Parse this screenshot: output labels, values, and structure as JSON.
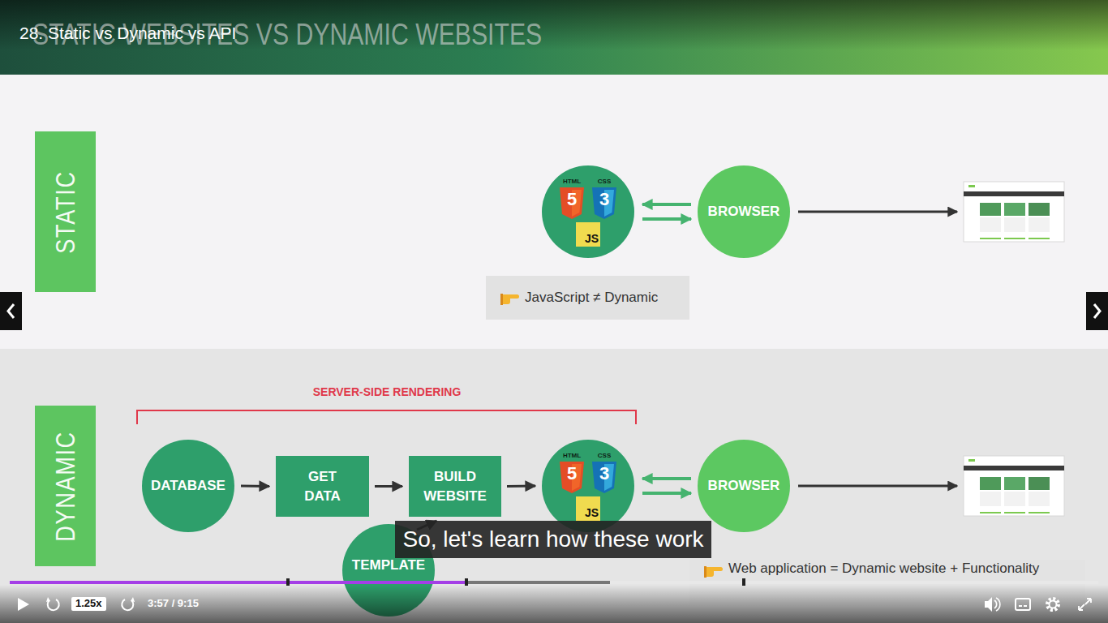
{
  "diagram": {
    "title": "28. Static vs Dynamic vs API",
    "caption": "So, let's learn how these work",
    "nodes": [
      {
        "text": [
          "STATIC"
        ]
      },
      {
        "text": [
          "HTML",
          "5",
          "CSS",
          "3",
          "JS"
        ]
      },
      {
        "text": [
          "BROWSER"
        ]
      },
      {
        "text": [
          "JavaScript ≠ Dynamic"
        ]
      },
      {
        "text": [
          "DYNAMIC"
        ]
      },
      {
        "text": [
          "DATABASE"
        ]
      },
      {
        "text": [
          "GET DATA"
        ]
      },
      {
        "text": [
          "BUILD WEBSITE"
        ]
      },
      {
        "text": [
          "HTML",
          "5",
          "CSS",
          "3",
          "JS"
        ]
      },
      {
        "text": [
          "BROWSER"
        ]
      },
      {
        "text": [
          "TEMPLATE"
        ]
      },
      {
        "text": [
          "Web application = Dynamic website + Functionality"
        ]
      }
    ],
    "edges": [
      {
        "from": 2,
        "to": 1,
        "arrow": "to"
      },
      {
        "from": 1,
        "to": 2,
        "arrow": "to"
      },
      {
        "from": 5,
        "to": 6,
        "arrow": "to"
      },
      {
        "from": 6,
        "to": 7,
        "arrow": "to"
      },
      {
        "from": 7,
        "to": 8,
        "arrow": "to"
      },
      {
        "from": 10,
        "to": 7,
        "arrow": "to"
      },
      {
        "from": 9,
        "to": 8,
        "arrow": "to"
      },
      {
        "from": 8,
        "to": 9,
        "arrow": "to"
      }
    ],
    "labels": [
      "STATIC WEBSITES VS DYNAMIC WEBSITES",
      "SERVER-SIDE RENDERING",
      "1.25x",
      "3:57 / 9:15"
    ]
  }
}
